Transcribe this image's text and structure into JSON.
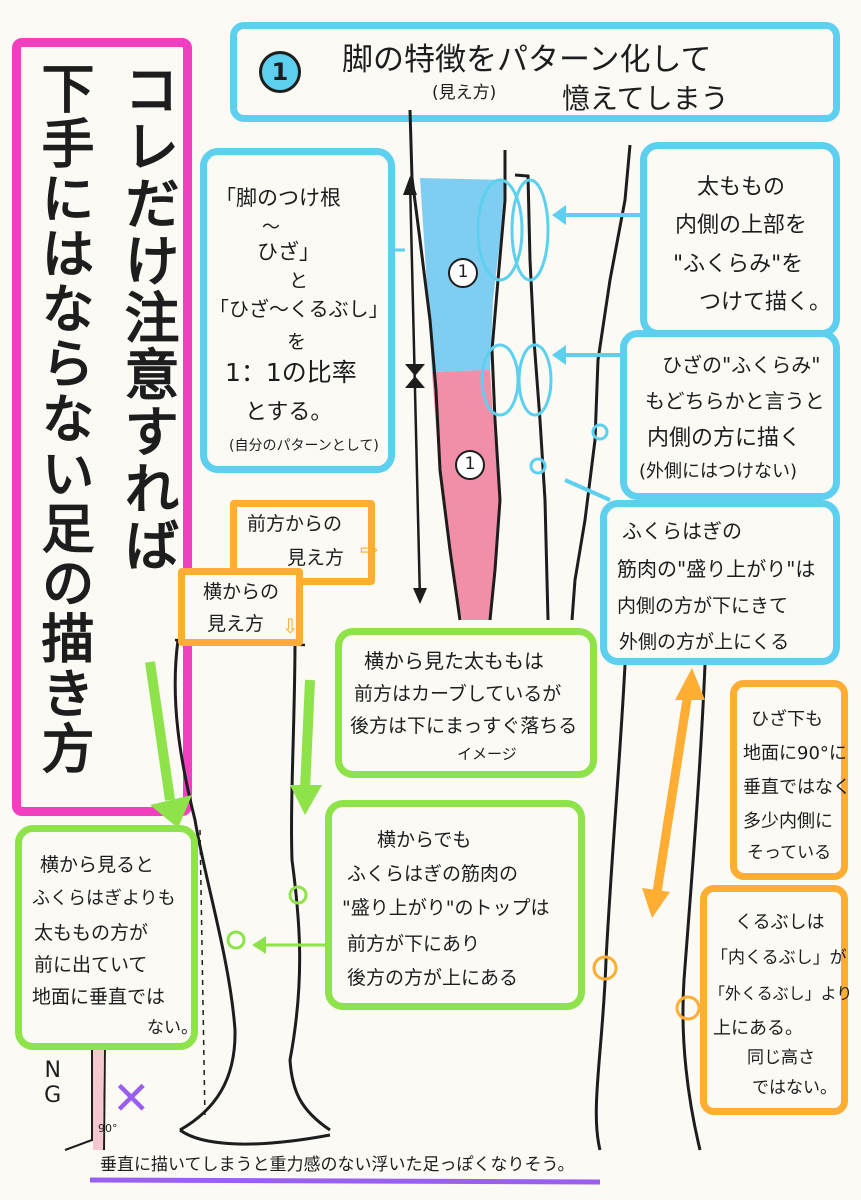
{
  "header": {
    "number": "1",
    "line1": "脚の特徴をパターン化して",
    "ruby": "(見え方)",
    "line2": "憶えてしまう"
  },
  "title": {
    "col1": "コレだけ注意すれば",
    "col2": "下手にはならない足の描き方"
  },
  "ratio_note": {
    "line1": "「脚のつけ根",
    "line2": "〜",
    "line3": "ひざ」",
    "line4": "と",
    "line5": "「ひざ〜くるぶし」",
    "line6": "を",
    "line7": "1：1の比率",
    "line8": "とする。",
    "line9": "(自分のパターンとして)"
  },
  "segments": {
    "upper": "1",
    "lower": "1"
  },
  "thigh_note": {
    "line1": "太ももの",
    "line2": "内側の上部を",
    "line3": "\"ふくらみ\"を",
    "line4": "つけて描く。"
  },
  "knee_note": {
    "line1": "ひざの\"ふくらみ\"",
    "line2": "もどちらかと言うと",
    "line3": "内側の方に描く",
    "line4": "(外側にはつけない)"
  },
  "calf_note": {
    "line1": "ふくらはぎの",
    "line2": "筋肉の\"盛り上がり\"は",
    "line3": "内側の方が下にきて",
    "line4": "外側の方が上にくる"
  },
  "view_front": {
    "line1": "前方からの",
    "line2": "見え方"
  },
  "view_side": {
    "line1": "横からの",
    "line2": "見え方"
  },
  "thigh_side_note": {
    "line1": "横から見た太ももは",
    "line2": "前方はカーブしているが",
    "line3": "後方は下にまっすぐ落ちる",
    "line4": "イメージ"
  },
  "calf_side_note": {
    "line1": "横からでも",
    "line2": "ふくらはぎの筋肉の",
    "line3": "\"盛り上がり\"のトップは",
    "line4": "前方が下にあり",
    "line5": "後方の方が上にある"
  },
  "side_note": {
    "line1": "横から見ると",
    "line2": "ふくらはぎよりも",
    "line3": "太ももの方が",
    "line4": "前に出ていて",
    "line5": "地面に垂直では",
    "line6": "ない。"
  },
  "shin_note": {
    "line1": "ひざ下も",
    "line2": "地面に90°に",
    "line3": "垂直ではなく",
    "line4": "多少内側に",
    "line5": "そっている"
  },
  "ankle_note": {
    "line1": "くるぶしは",
    "line2": "「内くるぶし」が",
    "line3": "「外くるぶし」より",
    "line4": "上にある。",
    "line5": "同じ高さ",
    "line6": "ではない。"
  },
  "ng": {
    "label": "NG",
    "angle": "90°",
    "mark": "✕"
  },
  "bottom_caption": "垂直に描いてしまうと重力感のない浮いた足っぽくなりそう。",
  "colors": {
    "blue": "#5ed0ef",
    "green": "#8fe34a",
    "orange": "#ffad33",
    "pink": "#f23fc1",
    "purple": "#9a5ff0",
    "thigh_fill": "#7fcdf0",
    "shin_fill": "#f18ea8"
  }
}
